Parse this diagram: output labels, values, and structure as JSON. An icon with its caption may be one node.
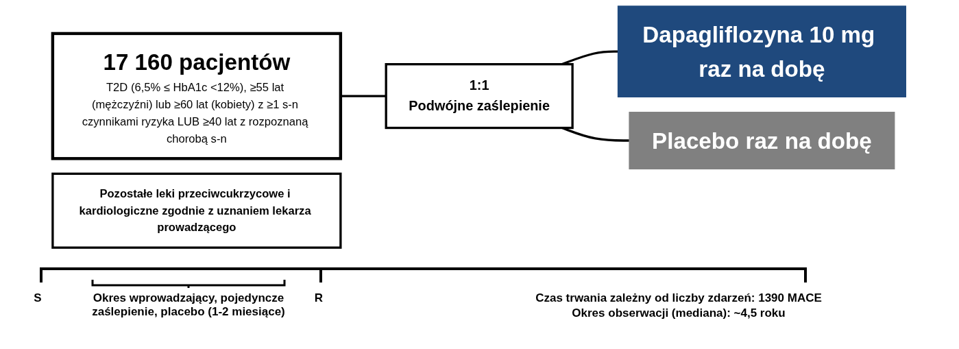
{
  "diagram": {
    "nodes": [
      {
        "text": [
          "17 160 pacjentów",
          "T2D (6,5% ≤ HbA1c <12%), ≥55 lat (mężczyźni) lub ≥60 lat (kobiety) z ≥1 s-n czynnikami ryzyka LUB ≥40 lat z rozpoznaną chorobą s-n"
        ]
      },
      {
        "text": [
          "1:1",
          "Podwójne zaślepienie"
        ]
      },
      {
        "text": [
          "Dapagliflozyna 10 mg raz na dobę"
        ]
      },
      {
        "text": [
          "Placebo raz na dobę"
        ]
      },
      {
        "text": [
          "Pozostałe leki przeciwcukrzycowe i kardiologiczne zgodnie z uznaniem lekarza prowadzącego"
        ]
      }
    ],
    "edges": [
      {
        "from": 0,
        "to": 1,
        "arrow": "none"
      },
      {
        "from": 1,
        "to": 2,
        "arrow": "none"
      },
      {
        "from": 1,
        "to": 3,
        "arrow": "none"
      }
    ],
    "labels": [
      "S",
      "Okres wprowadzający, pojedyncze zaślepienie, placebo (1-2 miesiące)",
      "R",
      "Czas trwania zależny od liczby zdarzeń: 1390 MACE",
      "Okres obserwacji (mediana): ~4,5 roku"
    ]
  }
}
